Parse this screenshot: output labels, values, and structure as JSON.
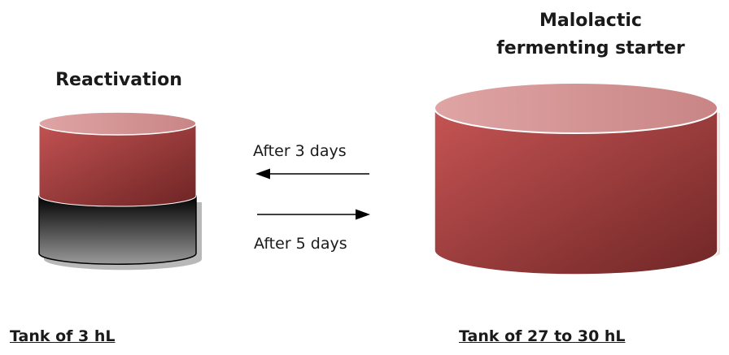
{
  "left_tank": {
    "title": "Reactivation",
    "label": "Tank of 3 hL"
  },
  "right_tank": {
    "title_line1": "Malolactic",
    "title_line2": "fermenting starter",
    "label": "Tank of 27 to 30 hL"
  },
  "arrows": {
    "top_label": "After 3 days",
    "bottom_label": "After 5 days"
  },
  "colors": {
    "wine_red": "#b54848",
    "wine_top": "#d99a9a",
    "lees_dark": "#2a2a2a"
  }
}
